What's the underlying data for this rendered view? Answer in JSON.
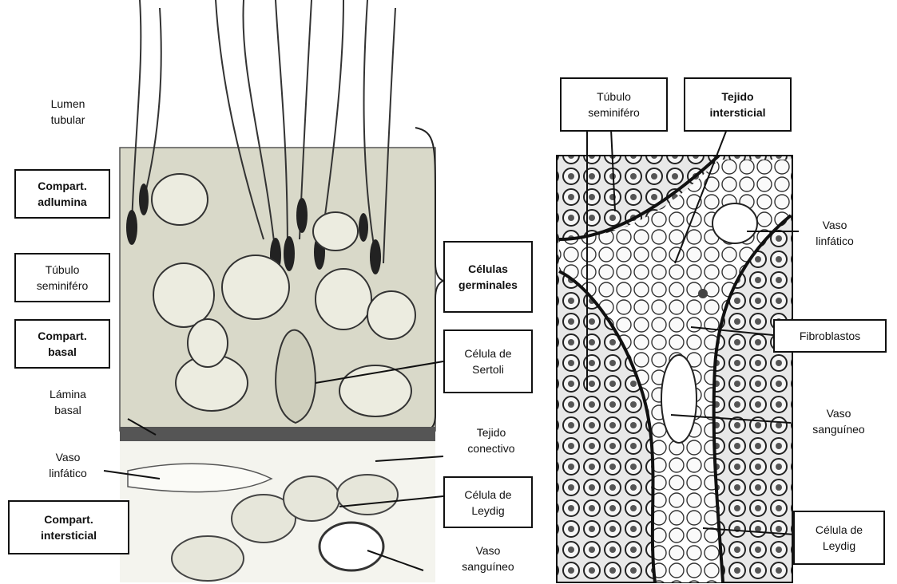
{
  "left_panel": {
    "lumen_tubular": "Lumen\ntubular",
    "compart_adlumina": "Compart.\nadlumina",
    "tubulo_seminifero": "Túbulo\nseminiféro",
    "compart_basal": "Compart.\nbasal",
    "lamina_basal": "Lámina\nbasal",
    "vaso_linfatico": "Vaso\nlinfático",
    "compart_intersticial": "Compart.\nintersticial",
    "celulas_germinales": "Células\ngerminales",
    "celula_sertoli": "Célula de\nSertoli",
    "tejido_conectivo": "Tejido\nconectivo",
    "celula_leydig": "Célula de\nLeydig",
    "vaso_sanguineo": "Vaso\nsanguíneo"
  },
  "right_panel": {
    "tubulo_seminifero": "Túbulo\nseminiféro",
    "tejido_intersticial": "Tejido\nintersticial",
    "vaso_linfatico": "Vaso\nlinfático",
    "fibroblastos": "Fibroblastos",
    "vaso_sanguineo": "Vaso\nsanguíneo",
    "celula_leydig": "Célula de\nLeydig"
  },
  "colors": {
    "tissue_fill": "#d8d8c8",
    "membrane": "#444444",
    "micrograph_dark": "#1a1a1a"
  }
}
